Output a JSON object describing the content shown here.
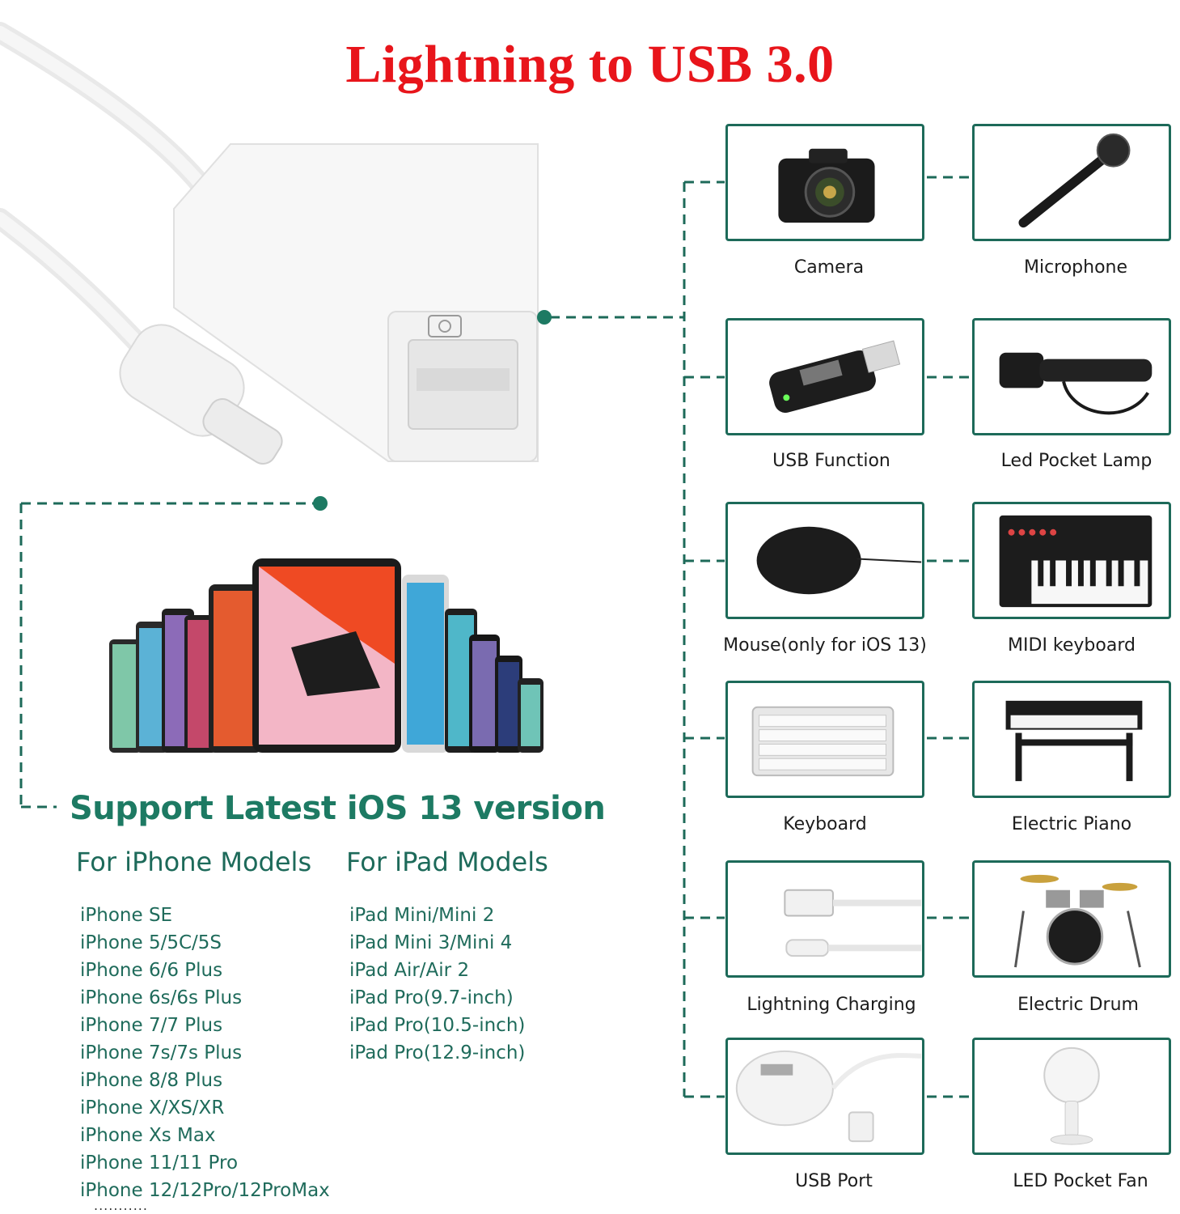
{
  "title": "Lightning to USB 3.0",
  "colors": {
    "title": "#e8151b",
    "accent": "#1d7a63",
    "frame": "#1d6a59"
  },
  "devices": [
    {
      "label": "Camera",
      "icon": "camera-icon"
    },
    {
      "label": "Microphone",
      "icon": "microphone-icon"
    },
    {
      "label": "USB Function",
      "icon": "usb-stick-icon"
    },
    {
      "label": "Led Pocket Lamp",
      "icon": "flashlight-icon"
    },
    {
      "label": "Mouse(only for iOS 13)",
      "icon": "mouse-icon"
    },
    {
      "label": "MIDI keyboard",
      "icon": "midi-keyboard-icon"
    },
    {
      "label": "Keyboard",
      "icon": "keyboard-icon"
    },
    {
      "label": "Electric Piano",
      "icon": "electric-piano-icon"
    },
    {
      "label": "Lightning Charging",
      "icon": "charging-cable-icon"
    },
    {
      "label": "Electric Drum",
      "icon": "drum-kit-icon"
    },
    {
      "label": "USB Port",
      "icon": "usb-hub-icon"
    },
    {
      "label": "LED Pocket Fan",
      "icon": "fan-icon"
    }
  ],
  "support": {
    "title": "Support Latest iOS 13 version",
    "iphone_header": "For iPhone Models",
    "ipad_header": "For iPad Models",
    "iphone_models": [
      "iPhone SE",
      "iPhone 5/5C/5S",
      "iPhone 6/6 Plus",
      "iPhone 6s/6s Plus",
      "iPhone 7/7 Plus",
      "iPhone 7s/7s Plus",
      "iPhone 8/8 Plus",
      "iPhone X/XS/XR",
      "iPhone Xs Max",
      "iPhone 11/11 Pro",
      "iPhone 12/12Pro/12ProMax"
    ],
    "ipad_models": [
      "iPad Mini/Mini 2",
      "iPad Mini 3/Mini 4",
      "iPad Air/Air 2",
      "iPad Pro(9.7-inch)",
      "iPad Pro(10.5-inch)",
      "iPad Pro(12.9-inch)"
    ],
    "more": "..........."
  }
}
